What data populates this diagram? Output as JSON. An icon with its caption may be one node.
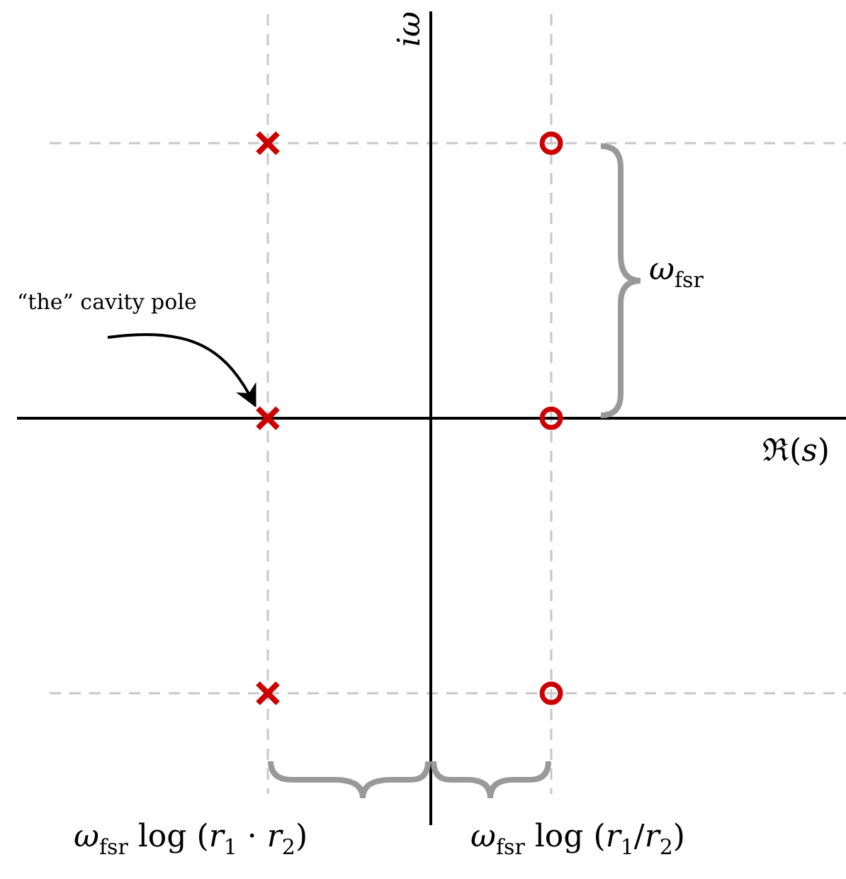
{
  "diagram": {
    "nodes": [
      {
        "text": [
          "“the” cavity pole"
        ]
      },
      {
        "text": [],
        "shape": "cross"
      }
    ],
    "edges": [
      {
        "from": 0,
        "to": 1,
        "arrow": "to"
      }
    ],
    "labels": [
      "*iω*",
      "ℜ(*s*)",
      "*ω*$_{fsr}$",
      "*ω*$_{fsr}$ log (*r*$_{1}$ · *r*$_{2}$)",
      "*ω*$_{fsr}$ log (*r*$_{1}$/*r*$_{2}$)"
    ]
  }
}
